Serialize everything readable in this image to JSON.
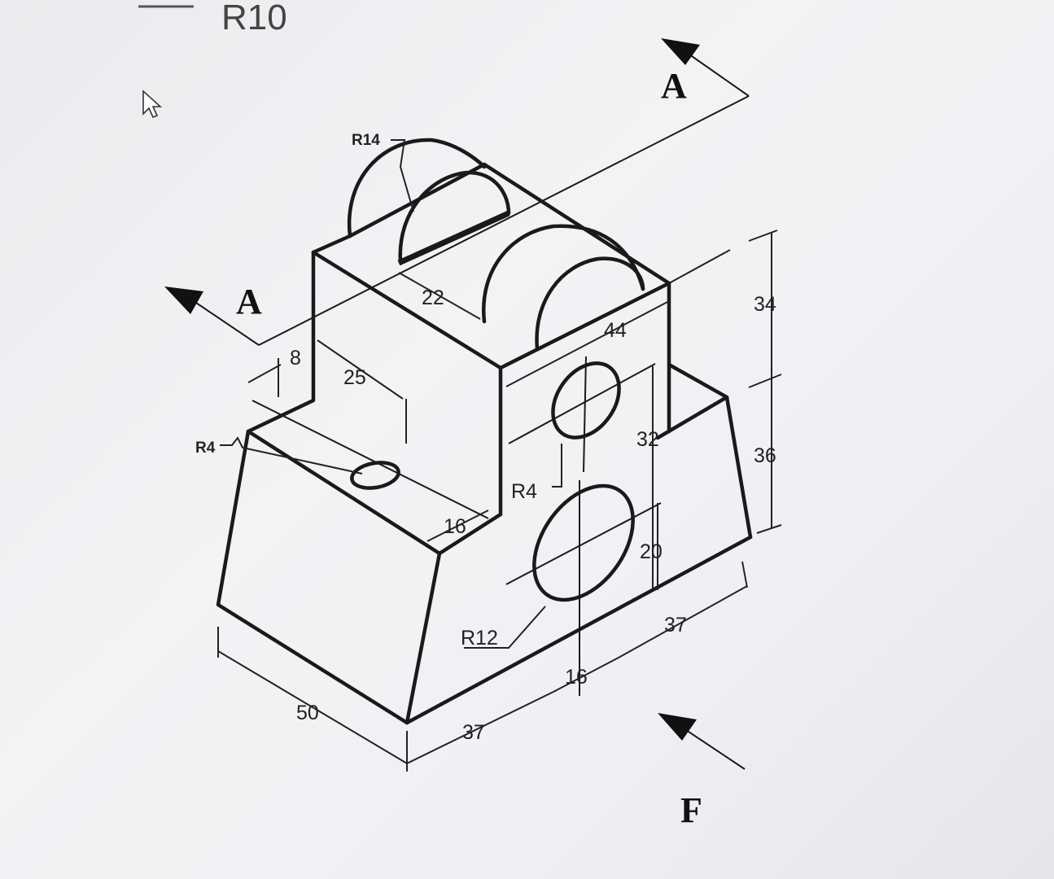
{
  "top_fragment": "R10",
  "section_labels": {
    "a_top": "A",
    "a_left": "A",
    "view_f": "F"
  },
  "dimensions": {
    "r14": "R14",
    "r4_left": "R4",
    "r4_face": "R4",
    "r12": "R12",
    "d22": "22",
    "d44": "44",
    "d8": "8",
    "d25": "25",
    "d16_top": "16",
    "d34": "34",
    "d36": "36",
    "d32": "32",
    "d20": "20",
    "d37_right": "37",
    "d16_bottom": "16",
    "d50": "50",
    "d37_bottom": "37"
  }
}
